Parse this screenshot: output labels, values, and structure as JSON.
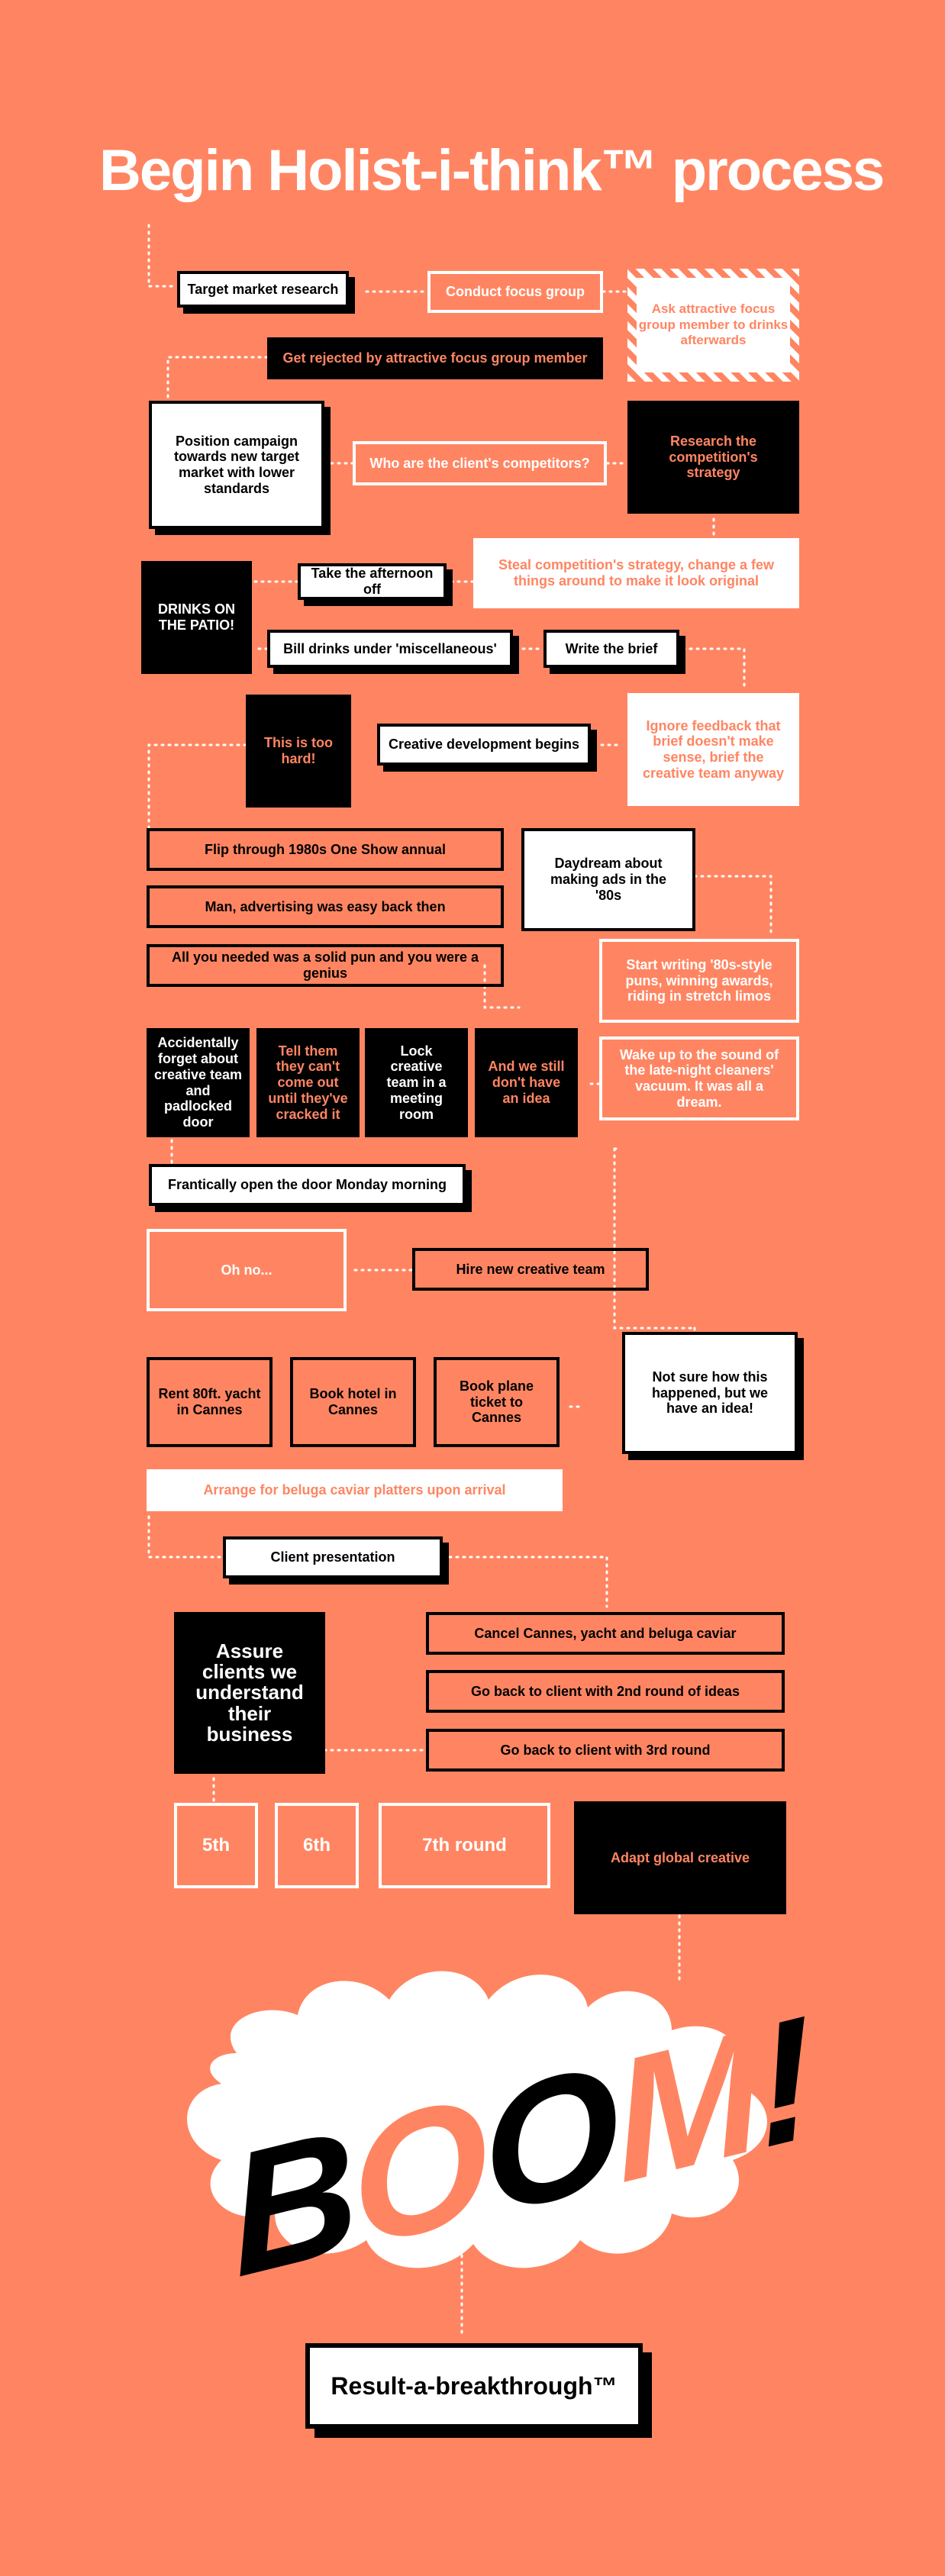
{
  "title": "Begin Holist-i-think™ process",
  "colors": {
    "background": "#FF8562",
    "black": "#000000",
    "white": "#FFFFFF"
  },
  "steps": {
    "target_market": "Target market research",
    "focus_group": "Conduct focus group",
    "ask_attractive": "Ask attractive focus group member to drinks afterwards",
    "rejected": "Get rejected by attractive focus group member",
    "position_campaign": "Position campaign towards new target market with lower standards",
    "competitors": "Who are the client's competitors?",
    "research_competition": "Research the competition's strategy",
    "steal_strategy": "Steal competition's strategy, change a few things around to make it look original",
    "afternoon_off": "Take the afternoon off",
    "drinks_patio": "DRINKS ON THE PATIO!",
    "bill_drinks": "Bill drinks under 'miscellaneous'",
    "write_brief": "Write the brief",
    "too_hard": "This is too hard!",
    "creative_dev": "Creative development begins",
    "ignore_feedback": "Ignore feedback that brief doesn't make sense, brief the creative team anyway",
    "flip_through": "Flip through 1980s One Show annual",
    "easy_back_then": "Man, advertising was easy back then",
    "solid_pun": "All you needed was a solid pun and you were a genius",
    "daydream": "Daydream about making ads in the '80s",
    "start_writing": "Start writing '80s-style puns, winning awards, riding in stretch limos",
    "wake_up": "Wake up to the sound of the late-night cleaners' vacuum. It was all a dream.",
    "forget_padlock": "Accidentally forget about creative team and padlocked door",
    "tell_them": "Tell them they can't come out until they've cracked it",
    "lock_team": "Lock creative team in a meeting room",
    "still_dont": "And we still don't have an idea",
    "open_door": "Frantically open the door Monday morning",
    "oh_no": "Oh no...",
    "hire_new": "Hire new creative team",
    "not_sure": "Not sure how this happened, but we have an idea!",
    "rent_yacht": "Rent 80ft. yacht in Cannes",
    "book_hotel": "Book hotel in Cannes",
    "book_plane": "Book plane ticket to Cannes",
    "beluga": "Arrange for beluga caviar platters upon arrival",
    "client_presentation": "Client presentation",
    "assure_clients": "Assure clients we understand their business",
    "cancel_cannes": "Cancel Cannes, yacht and beluga caviar",
    "second_round": "Go back to client with 2nd round of ideas",
    "third_round": "Go back to client with 3rd round",
    "fifth": "5th",
    "sixth": "6th",
    "seventh": "7th round",
    "adapt_global": "Adapt global creative"
  },
  "boom": {
    "letters": [
      "B",
      "O",
      "O",
      "M",
      "!"
    ]
  },
  "result": "Result-a-breakthrough™"
}
